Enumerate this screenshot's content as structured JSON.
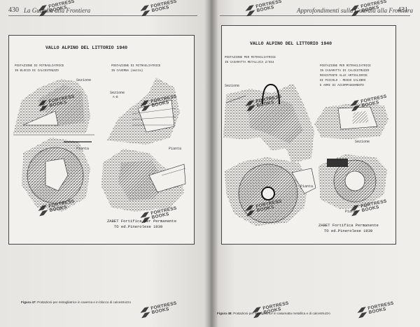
{
  "left_page": {
    "page_number": "430",
    "running_head": "La Guardia alla Frontiera",
    "plate": {
      "title": "VALLO ALPINO DEL LITTORIO      1940",
      "labels": {
        "postazione_1": "POSTAZIONE DI MITRAGLIATRICE",
        "postazione_1b": "IN BLOCCO DI CALCESTRUZZO",
        "postazione_2": "POSTAZIONE DI MITRAGLIATRICE",
        "postazione_2b": "IN CAVERNA (mezza)",
        "sezione_1": "Sezione",
        "sezione_2": "Sezione",
        "sezione_2b": "A-B",
        "pianta_1": "Pianta",
        "pianta_2": "Pianta"
      },
      "credit_line1": "ZABET Fortifica    per Permanente",
      "credit_line2": "TO ed.Pinerolese    1939"
    },
    "caption_label": "Figura 47:",
    "caption_text": "Postazioni per mitragliatrice in caverna e in blocco di calcestruzzo"
  },
  "right_page": {
    "page_number": "431",
    "running_head": "Approfondimenti sulla Guardia alla Frontiera",
    "plate": {
      "title": "VALLO ALPINO DEL LITTORIO      1940",
      "labels": {
        "postazione_1": "POSTAZIONE PER MITRAGLIATRICE",
        "postazione_1b": "IN CASAMATTA METALLICA  Z/554",
        "postazione_2": "POSTAZIONE PER MITRAGLIATRICE",
        "postazione_2b": "IN CASAMATTA DI CALCESTRUZZO",
        "postazione_2c": "RESISTENTE ALLE ARTIGLIERIE",
        "postazione_2d": "DI PICCOLO - MEDIO CALIBRO",
        "postazione_2e": "E ARMI DI ACCOMPAGNAMENTO",
        "sezione_1": "Sezione",
        "sezione_2": "Sezione",
        "pianta_1": "Pianta",
        "pianta_2": "Pianta"
      },
      "credit_line1": "ZABET Fortifica    Permanente",
      "credit_line2": "TO ed.Pinerolese    1939"
    },
    "caption_label": "Figura 48:",
    "caption_text": "Postazioni per mitragliatrice in casamatta metallica e di calcestruzzo"
  },
  "watermark": {
    "line1": "FORTRESS",
    "line2": "BOOKS"
  }
}
